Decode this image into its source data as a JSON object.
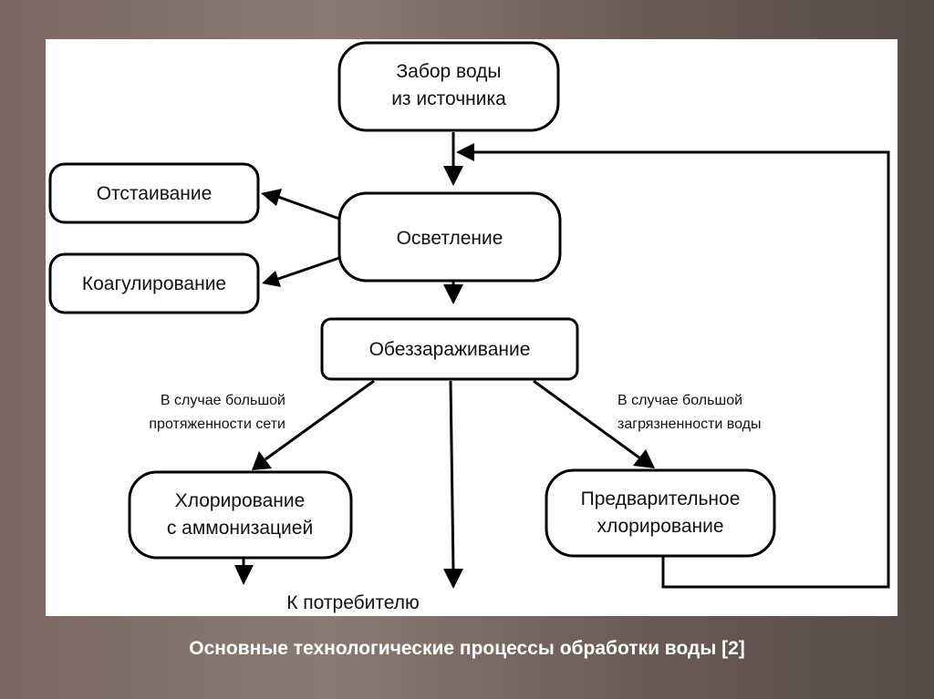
{
  "nodes": {
    "intake": [
      "Забор воды",
      "из источника"
    ],
    "settling": [
      "Отстаивание"
    ],
    "clarification": [
      "Осветление"
    ],
    "coagulation": [
      "Коагулирование"
    ],
    "disinfection": [
      "Обеззараживание"
    ],
    "chlor_ammon": [
      "Хлорирование",
      "с аммонизацией"
    ],
    "prechlor": [
      "Предварительное",
      "хлорирование"
    ]
  },
  "labels": {
    "left_condition": [
      "В случае большой",
      "протяженности сети"
    ],
    "right_condition": [
      "В случае большой",
      "загрязненности воды"
    ],
    "consumer": "К потребителю"
  },
  "caption": "Основные технологические процессы обработки воды [2]"
}
